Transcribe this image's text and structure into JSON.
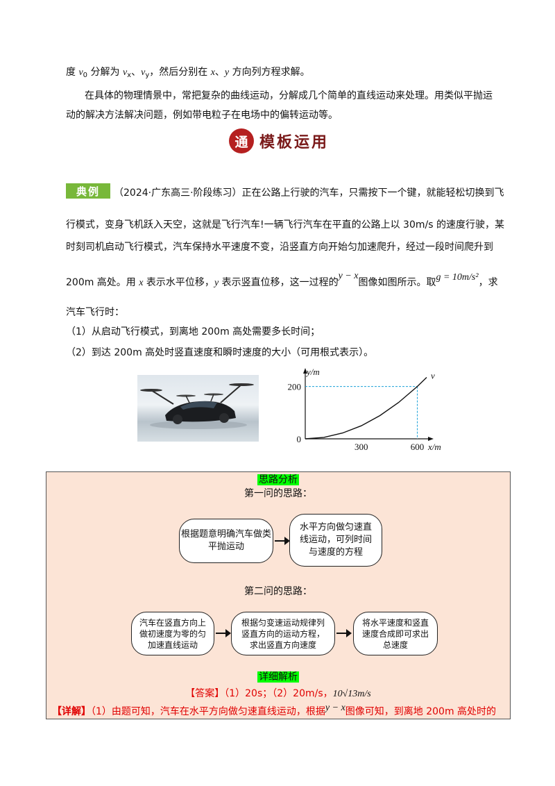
{
  "text": {
    "line1": "度 v₀ 分解为 vₓ、v_y，然后分别在 x、y 方向列方程求解。",
    "line1_parts": {
      "a": "度 ",
      "v0": "v",
      "v0_sub": "0",
      "b": " 分解为 ",
      "vx": "v",
      "vx_sub": "x",
      "c": "、",
      "vy": "v",
      "vy_sub": "y",
      "d": "，然后分别在 ",
      "x": "x",
      "e": "、",
      "y": "y",
      "f": " 方向列方程求解。"
    },
    "para2_line1": "在具体的物理情景中，常把复杂的曲线运动，分解成几个简单的直线运动来处理。用类似平抛运",
    "para2_line2": "动的解决方法解决问题，例如带电粒子在电场中的偏转运动等。"
  },
  "banner": {
    "icon": "通",
    "title": "模板运用"
  },
  "example": {
    "badge": "典例",
    "line1": "（2024·广东高三·阶段练习）正在公路上行驶的汽车，只需按下一个键，就能轻松切换到飞",
    "line2": "行模式，变身飞机跃入天空，这就是飞行汽车!一辆飞行汽车在平直的公路上以 30m/s 的速度行驶，某",
    "line3": "时刻司机启动飞行模式，汽车保持水平速度不变，沿竖直方向开始匀加速爬升，经过一段时间爬升到",
    "line4_a": "200m 高处。用 ",
    "line4_x": "x",
    "line4_b": " 表示水平位移，",
    "line4_y": "y",
    "line4_c": " 表示竖直位移，这一过程的",
    "line4_yx": "y − x",
    "line4_d": "图像如图所示。取",
    "line4_g": "g = 10m/s²",
    "line4_e": "，求",
    "line5": "汽车飞行时：",
    "q1": "（1）从启动飞行模式，到离地 200m 高处需要多长时间；",
    "q2": "（2）到达 200m 高处时竖直速度和瞬时速度的大小（可用根式表示）。"
  },
  "chart_data": {
    "type": "line",
    "xlabel": "x/m",
    "ylabel": "y/m",
    "curve_label": "v",
    "x_ticks": [
      "0",
      "300",
      "600"
    ],
    "y_ticks": [
      "0",
      "200"
    ],
    "x": [
      0,
      100,
      200,
      300,
      400,
      500,
      600
    ],
    "y": [
      0,
      5.6,
      22.2,
      50,
      88.9,
      138.9,
      200
    ],
    "xlim": [
      0,
      650
    ],
    "ylim": [
      0,
      260
    ],
    "marked_point": [
      600,
      200
    ],
    "grid": false
  },
  "panel": {
    "title": "思路分析",
    "q1_heading": "第一问的思路：",
    "flow1": [
      "根据题意明确汽车做类平抛运动",
      "水平方向做匀速直线运动，可列时间与速度的方程"
    ],
    "q2_heading": "第二问的思路：",
    "flow2": [
      "汽车在竖直方向上做初速度为零的匀加速直线运动",
      "根据匀变速运动规律列竖直方向的运动方程，求出竖直方向速度",
      "将水平速度和竖直速度合成即可求出总速度"
    ],
    "detail_title": "详细解析",
    "answer_label": "【答案】",
    "answer_text": "（1）20s；（2）20m/s，",
    "answer_math": "10√13m/s",
    "detail_label": "【详解】",
    "detail_a": "（1）由题可知，汽车在水平方向做匀速直线运动，根据",
    "detail_yx": "y − x",
    "detail_b": "图像可知，到离地 200m 高处时的"
  },
  "colors": {
    "panel_bg": "#fce4d6",
    "highlight": "#00ff00",
    "answer": "#e00000",
    "badge": "#78b83a",
    "banner": "#b52020",
    "dash": "#1aa0d8"
  }
}
